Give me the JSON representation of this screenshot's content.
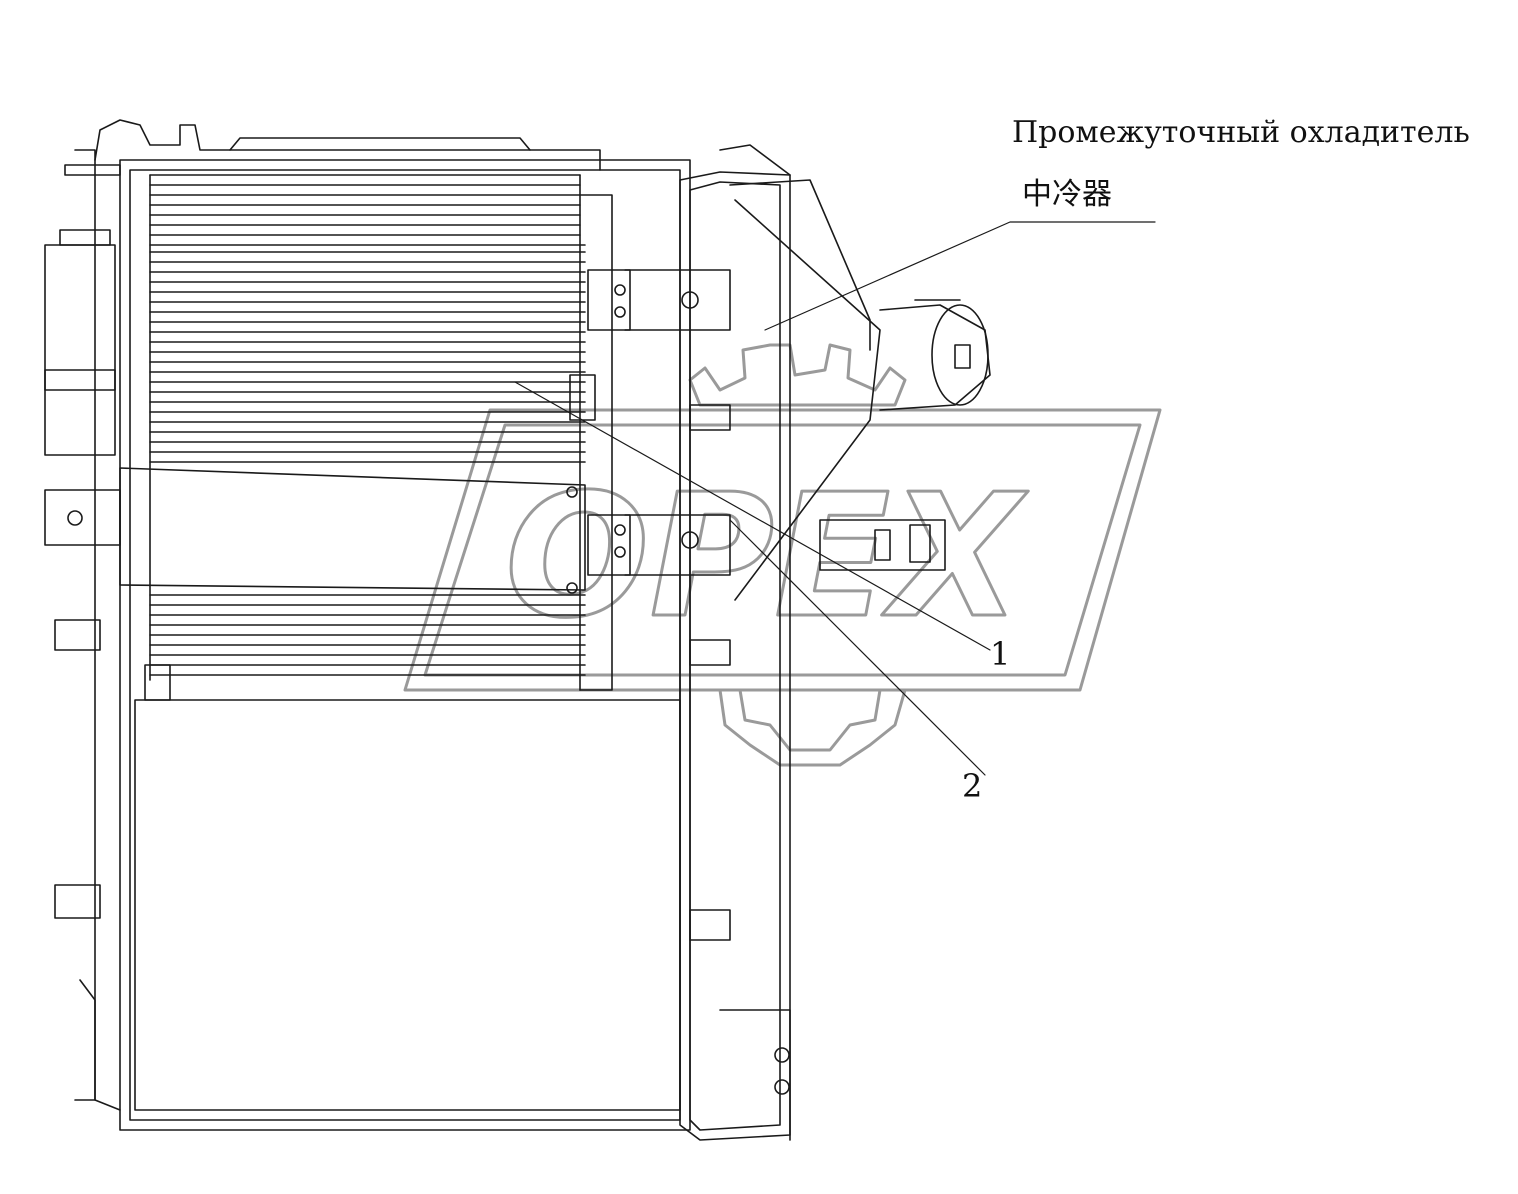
{
  "labels": {
    "intercooler_ru": "Промежуточный охладитель",
    "intercooler_zh": "中冷器",
    "callout_1": "1",
    "callout_2": "2"
  },
  "watermark": {
    "text": "OPEX"
  },
  "colors": {
    "line": "#1a1a1a",
    "watermark": "#9a9a9a",
    "background": "#ffffff"
  }
}
